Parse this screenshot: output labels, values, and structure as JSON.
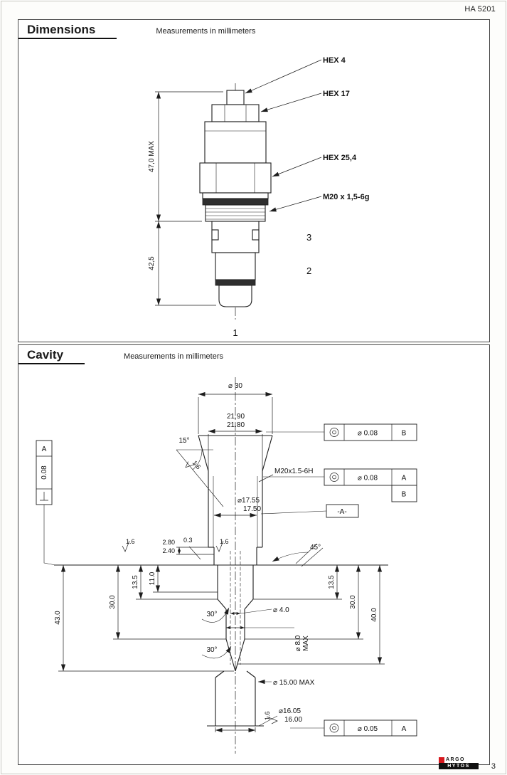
{
  "header": {
    "doc_code": "HA 5201"
  },
  "dimensions": {
    "title": "Dimensions",
    "subtitle": "Measurements in millimeters",
    "labels": {
      "hex4": "HEX 4",
      "hex17": "HEX 17",
      "hex254": "HEX 25,4",
      "thread": "M20 x 1,5-6g",
      "overall": "47,0 MAX",
      "lower": "42,5",
      "port3": "3",
      "port2": "2",
      "port1": "1"
    }
  },
  "cavity": {
    "title": "Cavity",
    "subtitle": "Measurements in millimeters",
    "dims": {
      "d30": "⌀ 30",
      "d2190": "21.90",
      "d2180": "21.80",
      "a15": "15°",
      "rough": "1.6",
      "thread": "M20x1.5-6H",
      "d1755": "⌀17.55",
      "d1750": "17.50",
      "datum_a": "-A-",
      "d280": "2.80",
      "d240": "2.40",
      "d03": "0.3",
      "a45": "45°",
      "a30": "30°",
      "d135": "13.5",
      "d110": "11.0",
      "d300": "30.0",
      "d430": "43.0",
      "d400": "40.0",
      "d40": "⌀ 4.0",
      "d80": "⌀ 8.0",
      "d80max": "MAX",
      "d1500": "⌀ 15.00 MAX",
      "d1605": "⌀16.05",
      "d1600": "16.00",
      "fcf_b_tol": "⌀ 0.08",
      "fcf_b_datum": "B",
      "fcf_ab_tol": "⌀ 0.08",
      "fcf_ab_datum1": "A",
      "fcf_ab_datum2": "B",
      "fcf_bottom_tol": "⌀ 0.05",
      "fcf_bottom_datum": "A",
      "perp_tol": "0.08",
      "perp_datum": "A"
    }
  },
  "footer": {
    "logo_line1": "ARGO",
    "logo_line2": "HYTOS",
    "page": "3"
  }
}
